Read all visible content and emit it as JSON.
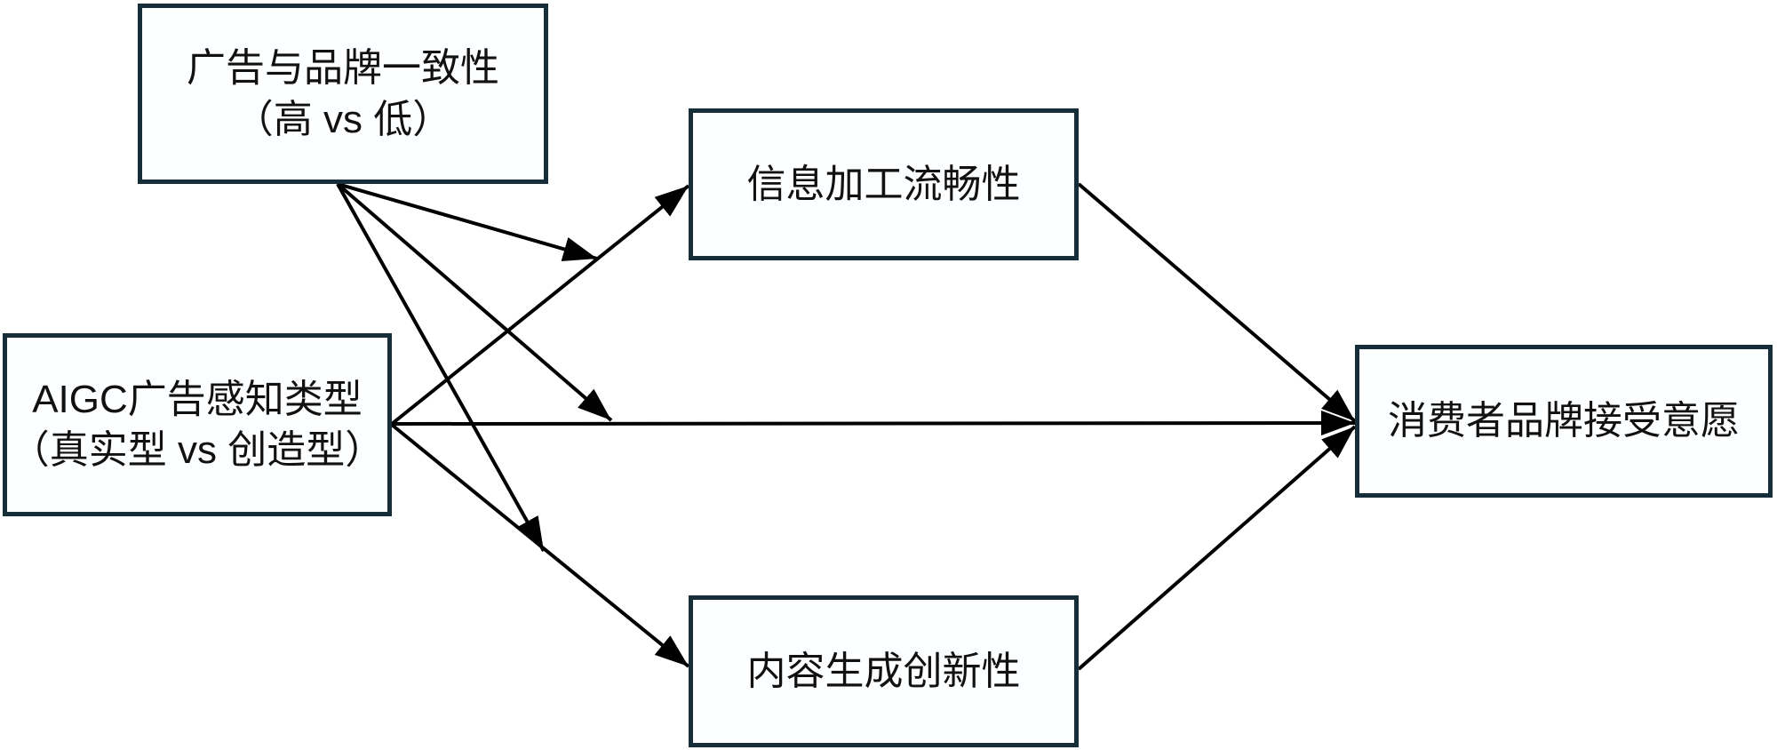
{
  "diagram": {
    "type": "moderated-mediation-model",
    "nodes": {
      "consistency": {
        "role": "moderator",
        "lines": [
          "广告与品牌一致性",
          "（高 vs 低）"
        ]
      },
      "aigc": {
        "role": "independent-variable",
        "lines": [
          "AIGC广告感知类型",
          "（真实型 vs 创造型）"
        ]
      },
      "fluency": {
        "role": "mediator",
        "lines": [
          "信息加工流畅性"
        ]
      },
      "innovation": {
        "role": "mediator",
        "lines": [
          "内容生成创新性"
        ]
      },
      "acceptance": {
        "role": "dependent-variable",
        "lines": [
          "消费者品牌接受意愿"
        ]
      }
    },
    "edges": [
      {
        "from": "AIGC广告感知类型",
        "to": "信息加工流畅性",
        "kind": "direct"
      },
      {
        "from": "AIGC广告感知类型",
        "to": "消费者品牌接受意愿",
        "kind": "direct"
      },
      {
        "from": "AIGC广告感知类型",
        "to": "内容生成创新性",
        "kind": "direct"
      },
      {
        "from": "信息加工流畅性",
        "to": "消费者品牌接受意愿",
        "kind": "direct"
      },
      {
        "from": "内容生成创新性",
        "to": "消费者品牌接受意愿",
        "kind": "direct"
      },
      {
        "from": "广告与品牌一致性",
        "to": "AIGC广告感知类型 → 信息加工流畅性",
        "kind": "moderation"
      },
      {
        "from": "广告与品牌一致性",
        "to": "AIGC广告感知类型 → 消费者品牌接受意愿",
        "kind": "moderation"
      },
      {
        "from": "广告与品牌一致性",
        "to": "AIGC广告感知类型 → 内容生成创新性",
        "kind": "moderation"
      }
    ],
    "colors": {
      "box_border": "#152e3a",
      "arrow": "#000000",
      "text": "#111111",
      "background": "#ffffff"
    }
  }
}
